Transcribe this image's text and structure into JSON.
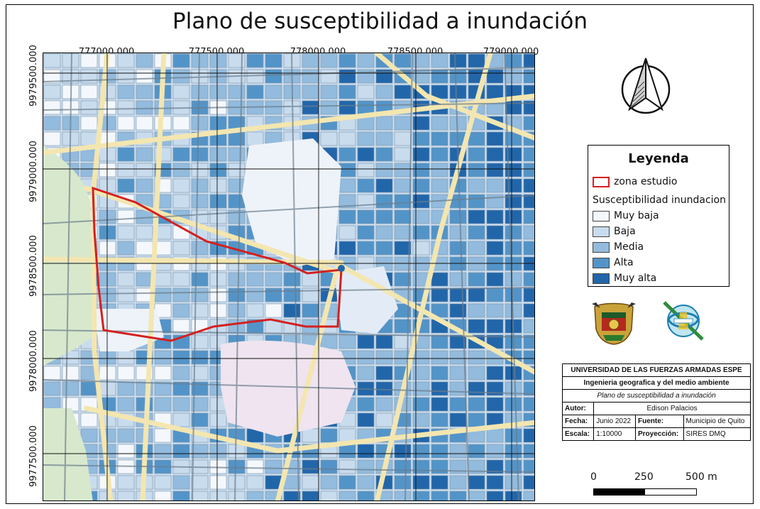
{
  "map_title": "Plano de susceptibilidad a inundación",
  "grid": {
    "x_labels": [
      "777000.000",
      "777500.000",
      "778000.000",
      "778500.000",
      "779000.000"
    ],
    "y_labels": [
      "9979500.000",
      "9979000.000",
      "9978500.000",
      "9978000.000",
      "9977500.000"
    ]
  },
  "legend": {
    "title": "Leyenda",
    "study_zone_label": "zona estudio",
    "study_zone_color": "#d42020",
    "class_title": "Susceptibilidad inundacion",
    "classes": [
      {
        "label": "Muy baja",
        "color": "#f4f8fc"
      },
      {
        "label": "Baja",
        "color": "#c9dcee"
      },
      {
        "label": "Media",
        "color": "#92bbdd"
      },
      {
        "label": "Alta",
        "color": "#5394c8"
      },
      {
        "label": "Muy alta",
        "color": "#2266aa"
      }
    ]
  },
  "info_box": {
    "institution": "UNIVERSIDAD DE LAS FUERZAS ARMADAS ESPE",
    "department": "Ingenieria geografica y del medio ambiente",
    "plan_title": "Plano de susceptibilidad a inundación",
    "author_label": "Autor:",
    "author": "Edison Palacios",
    "date_label": "Fecha:",
    "date": "Junio 2022",
    "source_label": "Fuente:",
    "source": "Municipio de Quito",
    "scale_label": "Escala:",
    "scale": "1:10000",
    "projection_label": "Proyección:",
    "projection": "SIRES DMQ"
  },
  "scale_bar": {
    "labels": [
      "0",
      "250",
      "500 m"
    ]
  },
  "north_arrow_icon": "north-arrow-icon",
  "logos": [
    "espe-crest-logo",
    "cigma-logo"
  ],
  "colors": {
    "road": "#f3e6b0",
    "green_area": "#d7e8cc",
    "campus": "#efe4ef"
  }
}
